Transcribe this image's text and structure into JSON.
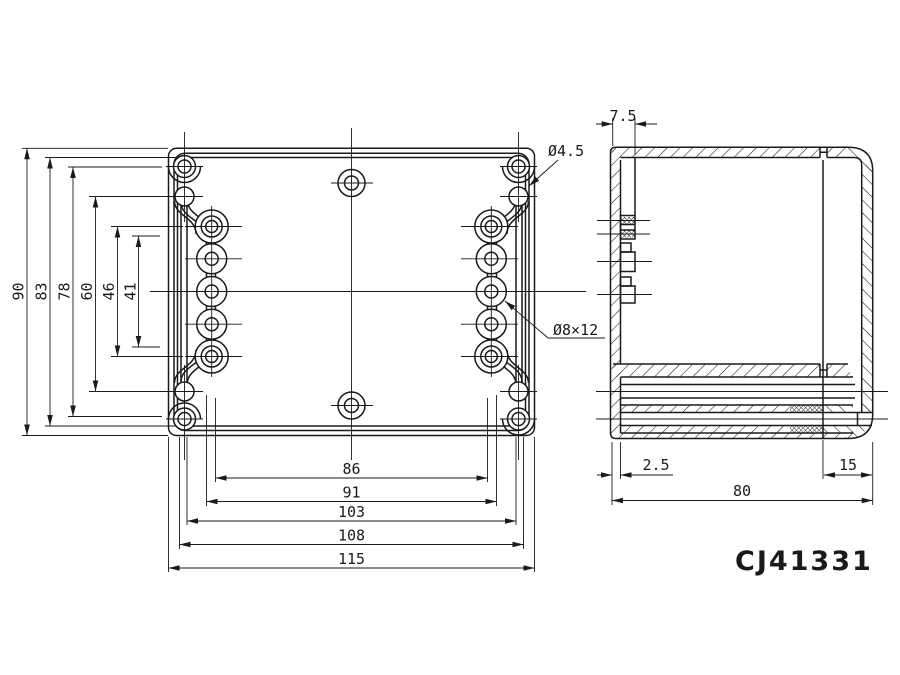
{
  "part_number": "CJ41331",
  "front_view": {
    "vertical_dims": [
      "90",
      "83",
      "78",
      "60",
      "46",
      "41"
    ],
    "horizontal_dims": [
      "86",
      "91",
      "103",
      "108",
      "115"
    ],
    "callouts": {
      "corner_hole": "Ø4.5",
      "side_boss": "Ø8×12"
    }
  },
  "side_view": {
    "dims": {
      "boss_face_offset": "7.5",
      "wall_thickness": "2.5",
      "lid_depth": "15",
      "total_depth": "80"
    }
  },
  "colors": {
    "line": "#1a1a1a",
    "background": "#ffffff"
  }
}
